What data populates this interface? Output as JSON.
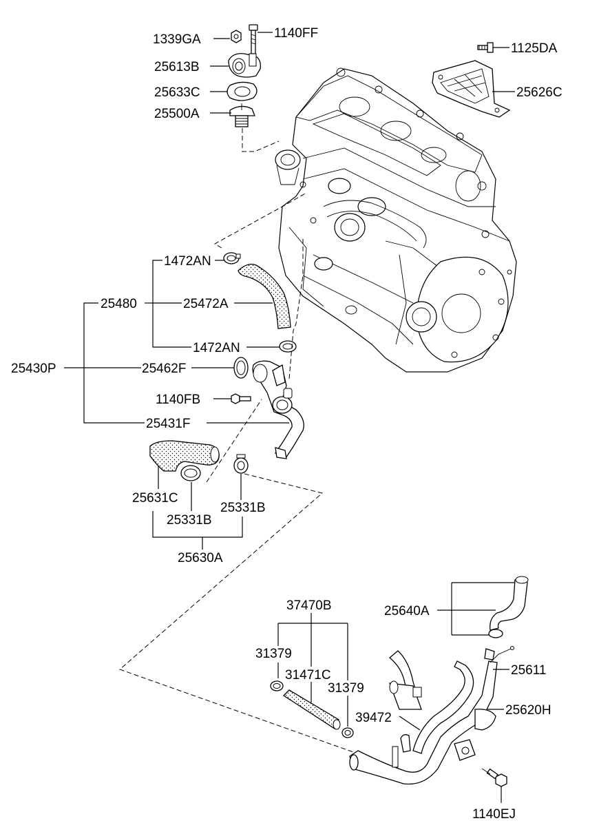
{
  "labels": {
    "l1339GA": "1339GA",
    "l1140FF": "1140FF",
    "l25613B": "25613B",
    "l25633C": "25633C",
    "l25500A": "25500A",
    "l1125DA": "1125DA",
    "l25626C": "25626C",
    "l1472AN_top": "1472AN",
    "l25480": "25480",
    "l25472A": "25472A",
    "l1472AN_bottom": "1472AN",
    "l25430P": "25430P",
    "l25462F": "25462F",
    "l1140FB": "1140FB",
    "l25431F": "25431F",
    "l25631C": "25631C",
    "l25331B_right": "25331B",
    "l25331B_left": "25331B",
    "l25630A": "25630A",
    "l37470B": "37470B",
    "l25640A": "25640A",
    "l31379_left": "31379",
    "l31471C": "31471C",
    "l31379_right": "31379",
    "l25611": "25611",
    "l39472": "39472",
    "l25620H": "25620H",
    "l1140EJ": "1140EJ"
  }
}
